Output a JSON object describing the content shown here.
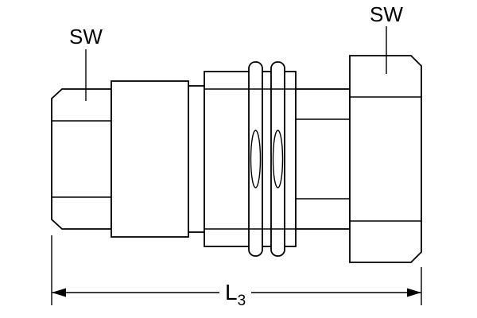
{
  "diagram": {
    "left_wrench_label": "SW",
    "right_wrench_label": "SW",
    "length_dimension": {
      "label": "L",
      "subscript": "3"
    },
    "line_color": "#000000",
    "background_color": "#ffffff"
  }
}
